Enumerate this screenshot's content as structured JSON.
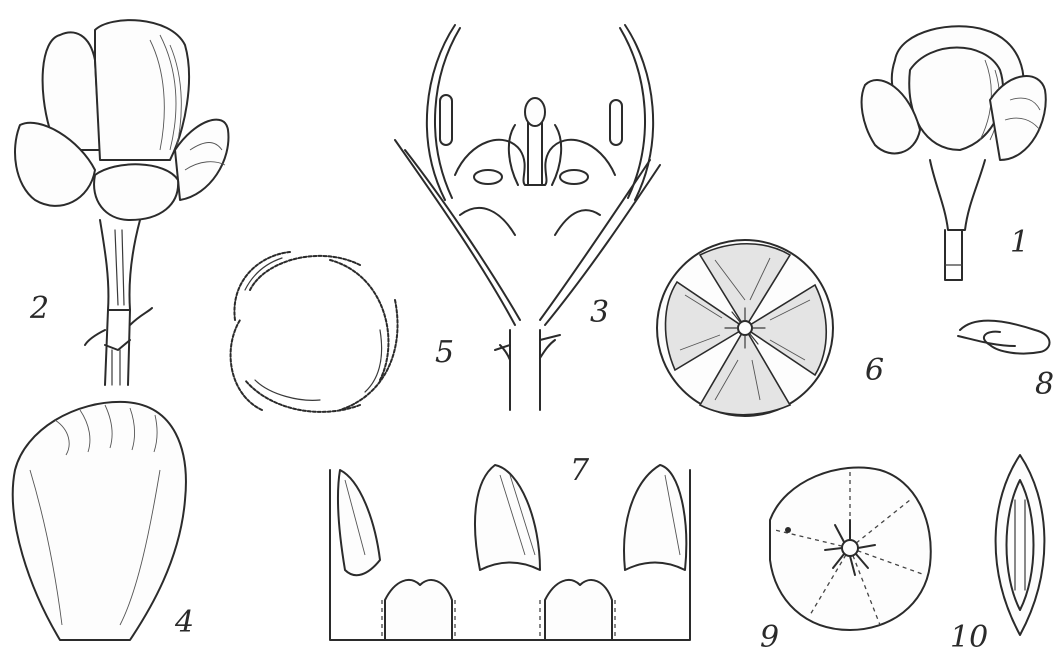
{
  "figure_labels": {
    "fig1": "1",
    "fig2": "2",
    "fig3": "3",
    "fig4": "4",
    "fig5": "5",
    "fig6": "6",
    "fig7": "7",
    "fig8": "8",
    "fig9": "9",
    "fig10": "10"
  },
  "icons": [
    "flower-bud-closed",
    "flower-bud-open",
    "flower-longitudinal-section",
    "petal",
    "aestivation-diagram",
    "flower-top-view",
    "corolla-unrolled",
    "curled-stamen",
    "flower-floral-diagram",
    "seed-section"
  ]
}
